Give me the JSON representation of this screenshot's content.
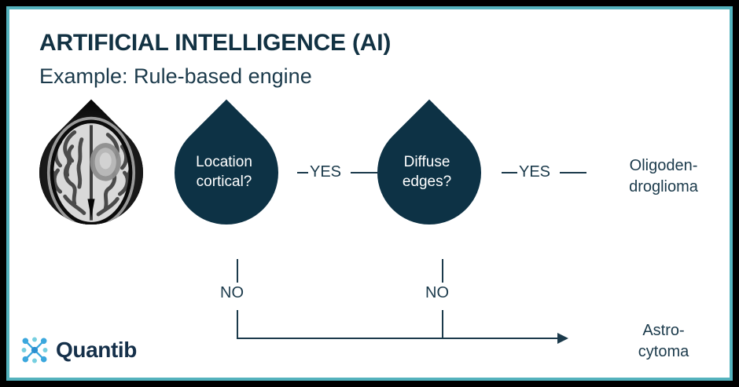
{
  "slide": {
    "title": "ARTIFICIAL INTELLIGENCE (AI)",
    "subtitle": "Example: Rule-based engine",
    "border_color": "#000000",
    "accent_color": "#54b2bd",
    "node_color": "#0d3245",
    "text_color": "#1b3a4b"
  },
  "flow": {
    "input": {
      "name": "brain-mri-scan",
      "alt": "Axial brain MRI slice"
    },
    "nodes": [
      {
        "line1": "Location",
        "line2": "cortical?"
      },
      {
        "line1": "Diffuse",
        "line2": "edges?"
      }
    ],
    "edges": {
      "yes_1": "YES",
      "yes_2": "YES",
      "no_1": "NO",
      "no_2": "NO"
    },
    "outcomes": [
      {
        "line1": "Oligoden-",
        "line2": "droglioma"
      },
      {
        "line1": "Astro-",
        "line2": "cytoma"
      }
    ]
  },
  "logo": {
    "wordmark": "Quantib",
    "icon": "network-nodes-icon",
    "icon_color": "#3aa7dd",
    "wordmark_color": "#15304a"
  }
}
